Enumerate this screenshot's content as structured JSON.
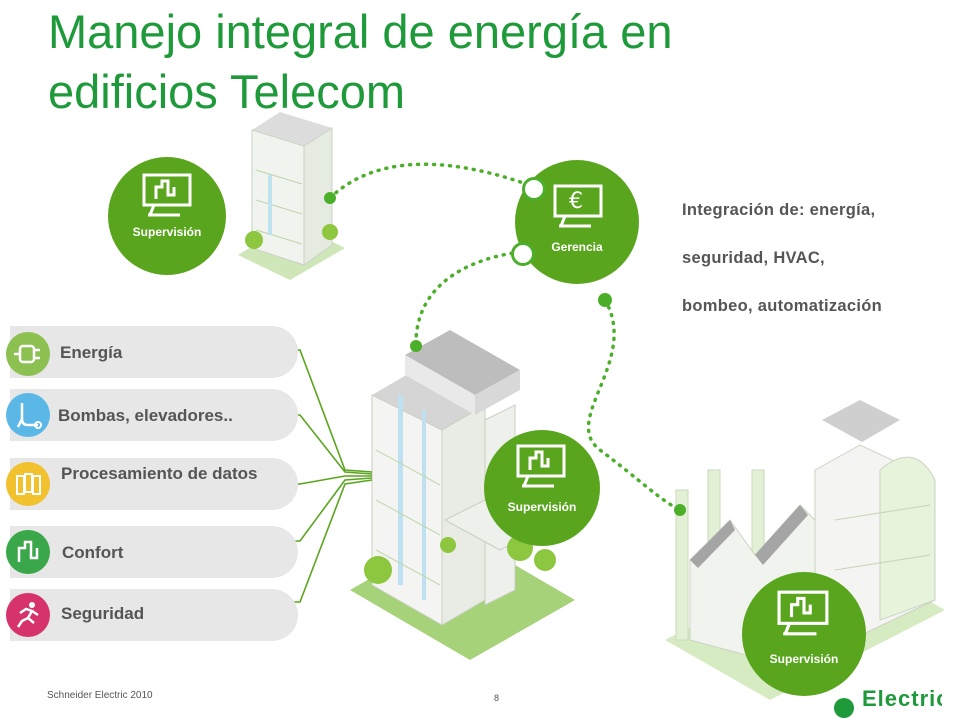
{
  "title_line1": "Manejo integral de energía en",
  "title_line2": "edificios Telecom",
  "integration": [
    "Integración de: energía,",
    "seguridad, HVAC,",
    "bombeo, automatización"
  ],
  "supervision_label": "Supervisión",
  "gerencia_label": "Gerencia",
  "categories": [
    {
      "label": "Energía",
      "icon": "plug-icon",
      "color": "#8cc152"
    },
    {
      "label": "Bombas, elevadores..",
      "icon": "pump-icon",
      "color": "#5bb8e6"
    },
    {
      "label": "Procesamiento de datos",
      "icon": "server-icon",
      "color": "#f2c12e"
    },
    {
      "label": "Confort",
      "icon": "thermometer-icon",
      "color": "#3aa84a"
    },
    {
      "label": "Seguridad",
      "icon": "running-person-icon",
      "color": "#d6336c"
    }
  ],
  "footer_company": "Schneider Electric 2010",
  "page_number": "8",
  "logo_text": "Electric",
  "colors": {
    "green": "#5aa51e",
    "title_green": "#1f9a3a",
    "dotted": "#4caf2a"
  }
}
